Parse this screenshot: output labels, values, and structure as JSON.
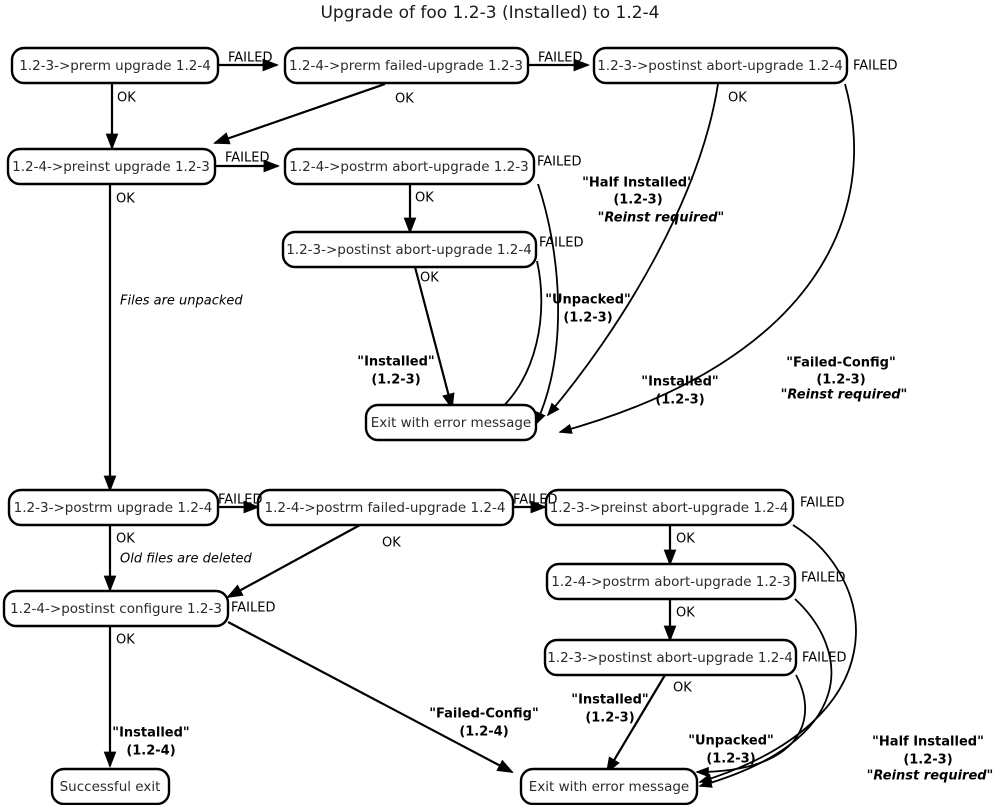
{
  "title": "Upgrade of foo 1.2-3 (Installed) to 1.2-4",
  "nodes": {
    "n1": {
      "label": "1.2-3->prerm upgrade 1.2-4"
    },
    "n2": {
      "label": "1.2-4->prerm failed-upgrade 1.2-3"
    },
    "n3": {
      "label": "1.2-3->postinst abort-upgrade 1.2-4"
    },
    "n4": {
      "label": "1.2-4->preinst upgrade 1.2-3"
    },
    "n5": {
      "label": "1.2-4->postrm abort-upgrade 1.2-3"
    },
    "n6": {
      "label": "1.2-3->postinst abort-upgrade 1.2-4"
    },
    "n7": {
      "label": "Exit with error message"
    },
    "n8": {
      "label": "1.2-3->postrm upgrade 1.2-4"
    },
    "n9": {
      "label": "1.2-4->postrm failed-upgrade 1.2-4"
    },
    "n10": {
      "label": "1.2-3->preinst abort-upgrade 1.2-4"
    },
    "n11": {
      "label": "1.2-4->postrm abort-upgrade 1.2-3"
    },
    "n12": {
      "label": "1.2-3->postinst abort-upgrade 1.2-4"
    },
    "n13": {
      "label": "1.2-4->postinst configure 1.2-3"
    },
    "n14": {
      "label": "Exit with error message"
    },
    "n15": {
      "label": "Successful exit"
    }
  },
  "edge_labels": {
    "e1_failed": "FAILED",
    "e1_ok": "OK",
    "e2_failed": "FAILED",
    "e2_ok": "OK",
    "e3_failed": "FAILED",
    "e3_ok": "OK",
    "e4_failed": "FAILED",
    "e4_ok": "OK",
    "e5_failed": "FAILED",
    "e5_ok": "OK",
    "e6_failed": "FAILED",
    "e6_ok": "OK",
    "e8_failed": "FAILED",
    "e8_ok": "OK",
    "e9_failed": "FAILED",
    "e9_ok": "OK",
    "e10_failed": "FAILED",
    "e10_ok": "OK",
    "e11_failed": "FAILED",
    "e11_ok": "OK",
    "e12_failed": "FAILED",
    "e12_ok": "OK",
    "e13_failed": "FAILED",
    "e13_ok": "OK"
  },
  "notes": {
    "files_unpacked": "Files are unpacked",
    "old_files_deleted": "Old files are deleted"
  },
  "state_labels": {
    "half_installed_top_1": "\"Half Installed\"",
    "half_installed_top_2": "(1.2-3)",
    "half_installed_top_3": "\"Reinst required\"",
    "unpacked_top_1": "\"Unpacked\"",
    "unpacked_top_2": "(1.2-3)",
    "installed_top_left_1": "\"Installed\"",
    "installed_top_left_2": "(1.2-3)",
    "installed_top_right_1": "\"Installed\"",
    "installed_top_right_2": "(1.2-3)",
    "failed_config_top_1": "\"Failed-Config\"",
    "failed_config_top_2": "(1.2-3)",
    "failed_config_top_3": "\"Reinst required\"",
    "failed_config_bot_1": "\"Failed-Config\"",
    "failed_config_bot_2": "(1.2-4)",
    "installed_bot_1": "\"Installed\"",
    "installed_bot_2": "(1.2-3)",
    "unpacked_bot_1": "\"Unpacked\"",
    "unpacked_bot_2": "(1.2-3)",
    "half_installed_bot_1": "\"Half Installed\"",
    "half_installed_bot_2": "(1.2-3)",
    "half_installed_bot_3": "\"Reinst required\"",
    "installed_final_1": "\"Installed\"",
    "installed_final_2": "(1.2-4)"
  },
  "colors": {
    "background": "#ffffff",
    "stroke": "#000000",
    "node_text": "#2b2b2b",
    "title_text": "#1a1a1a"
  }
}
